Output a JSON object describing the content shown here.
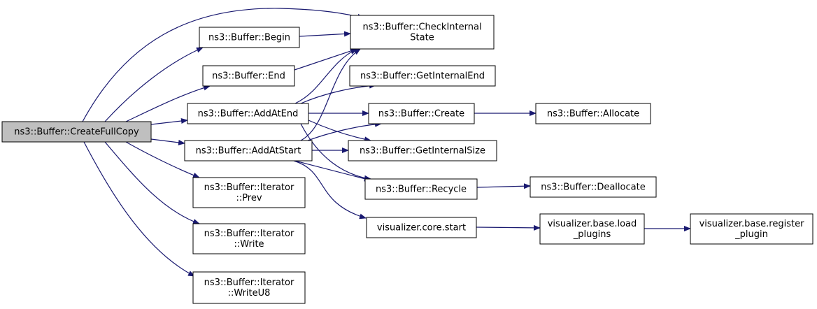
{
  "colors": {
    "edge": "#191970",
    "root_fill": "#bfbfbf",
    "node_fill": "#ffffff",
    "border": "#000000"
  },
  "nodes": [
    {
      "id": "createfullcopy",
      "lines": [
        "ns3::Buffer::CreateFullCopy"
      ],
      "root": true
    },
    {
      "id": "checkinternalstate",
      "lines": [
        "ns3::Buffer::CheckInternal",
        "State"
      ]
    },
    {
      "id": "begin",
      "lines": [
        "ns3::Buffer::Begin"
      ]
    },
    {
      "id": "end",
      "lines": [
        "ns3::Buffer::End"
      ]
    },
    {
      "id": "getinternalend",
      "lines": [
        "ns3::Buffer::GetInternalEnd"
      ]
    },
    {
      "id": "addatend",
      "lines": [
        "ns3::Buffer::AddAtEnd"
      ]
    },
    {
      "id": "create",
      "lines": [
        "ns3::Buffer::Create"
      ]
    },
    {
      "id": "allocate",
      "lines": [
        "ns3::Buffer::Allocate"
      ]
    },
    {
      "id": "addatstart",
      "lines": [
        "ns3::Buffer::AddAtStart"
      ]
    },
    {
      "id": "getinternalsize",
      "lines": [
        "ns3::Buffer::GetInternalSize"
      ]
    },
    {
      "id": "recycle",
      "lines": [
        "ns3::Buffer::Recycle"
      ]
    },
    {
      "id": "deallocate",
      "lines": [
        "ns3::Buffer::Deallocate"
      ]
    },
    {
      "id": "iteratorprev",
      "lines": [
        "ns3::Buffer::Iterator",
        "::Prev"
      ]
    },
    {
      "id": "coreStart",
      "lines": [
        "visualizer.core.start"
      ]
    },
    {
      "id": "loadplugins",
      "lines": [
        "visualizer.base.load",
        "_plugins"
      ]
    },
    {
      "id": "registerplugin",
      "lines": [
        "visualizer.base.register",
        "_plugin"
      ]
    },
    {
      "id": "iteratorwrite",
      "lines": [
        "ns3::Buffer::Iterator",
        "::Write"
      ]
    },
    {
      "id": "iteratorwriteu8",
      "lines": [
        "ns3::Buffer::Iterator",
        "::WriteU8"
      ]
    }
  ],
  "edges": [
    {
      "from": "createfullcopy",
      "to": "checkinternalstate"
    },
    {
      "from": "createfullcopy",
      "to": "begin"
    },
    {
      "from": "createfullcopy",
      "to": "end"
    },
    {
      "from": "createfullcopy",
      "to": "addatend"
    },
    {
      "from": "createfullcopy",
      "to": "addatstart"
    },
    {
      "from": "createfullcopy",
      "to": "iteratorprev"
    },
    {
      "from": "createfullcopy",
      "to": "iteratorwrite"
    },
    {
      "from": "createfullcopy",
      "to": "iteratorwriteu8"
    },
    {
      "from": "begin",
      "to": "checkinternalstate"
    },
    {
      "from": "end",
      "to": "checkinternalstate"
    },
    {
      "from": "addatend",
      "to": "checkinternalstate"
    },
    {
      "from": "addatend",
      "to": "getinternalend"
    },
    {
      "from": "addatend",
      "to": "create"
    },
    {
      "from": "addatend",
      "to": "getinternalsize"
    },
    {
      "from": "addatend",
      "to": "recycle"
    },
    {
      "from": "addatstart",
      "to": "checkinternalstate"
    },
    {
      "from": "addatstart",
      "to": "create"
    },
    {
      "from": "addatstart",
      "to": "getinternalsize"
    },
    {
      "from": "addatstart",
      "to": "recycle"
    },
    {
      "from": "addatstart",
      "to": "coreStart"
    },
    {
      "from": "create",
      "to": "allocate"
    },
    {
      "from": "recycle",
      "to": "deallocate"
    },
    {
      "from": "coreStart",
      "to": "loadplugins"
    },
    {
      "from": "loadplugins",
      "to": "registerplugin"
    }
  ]
}
